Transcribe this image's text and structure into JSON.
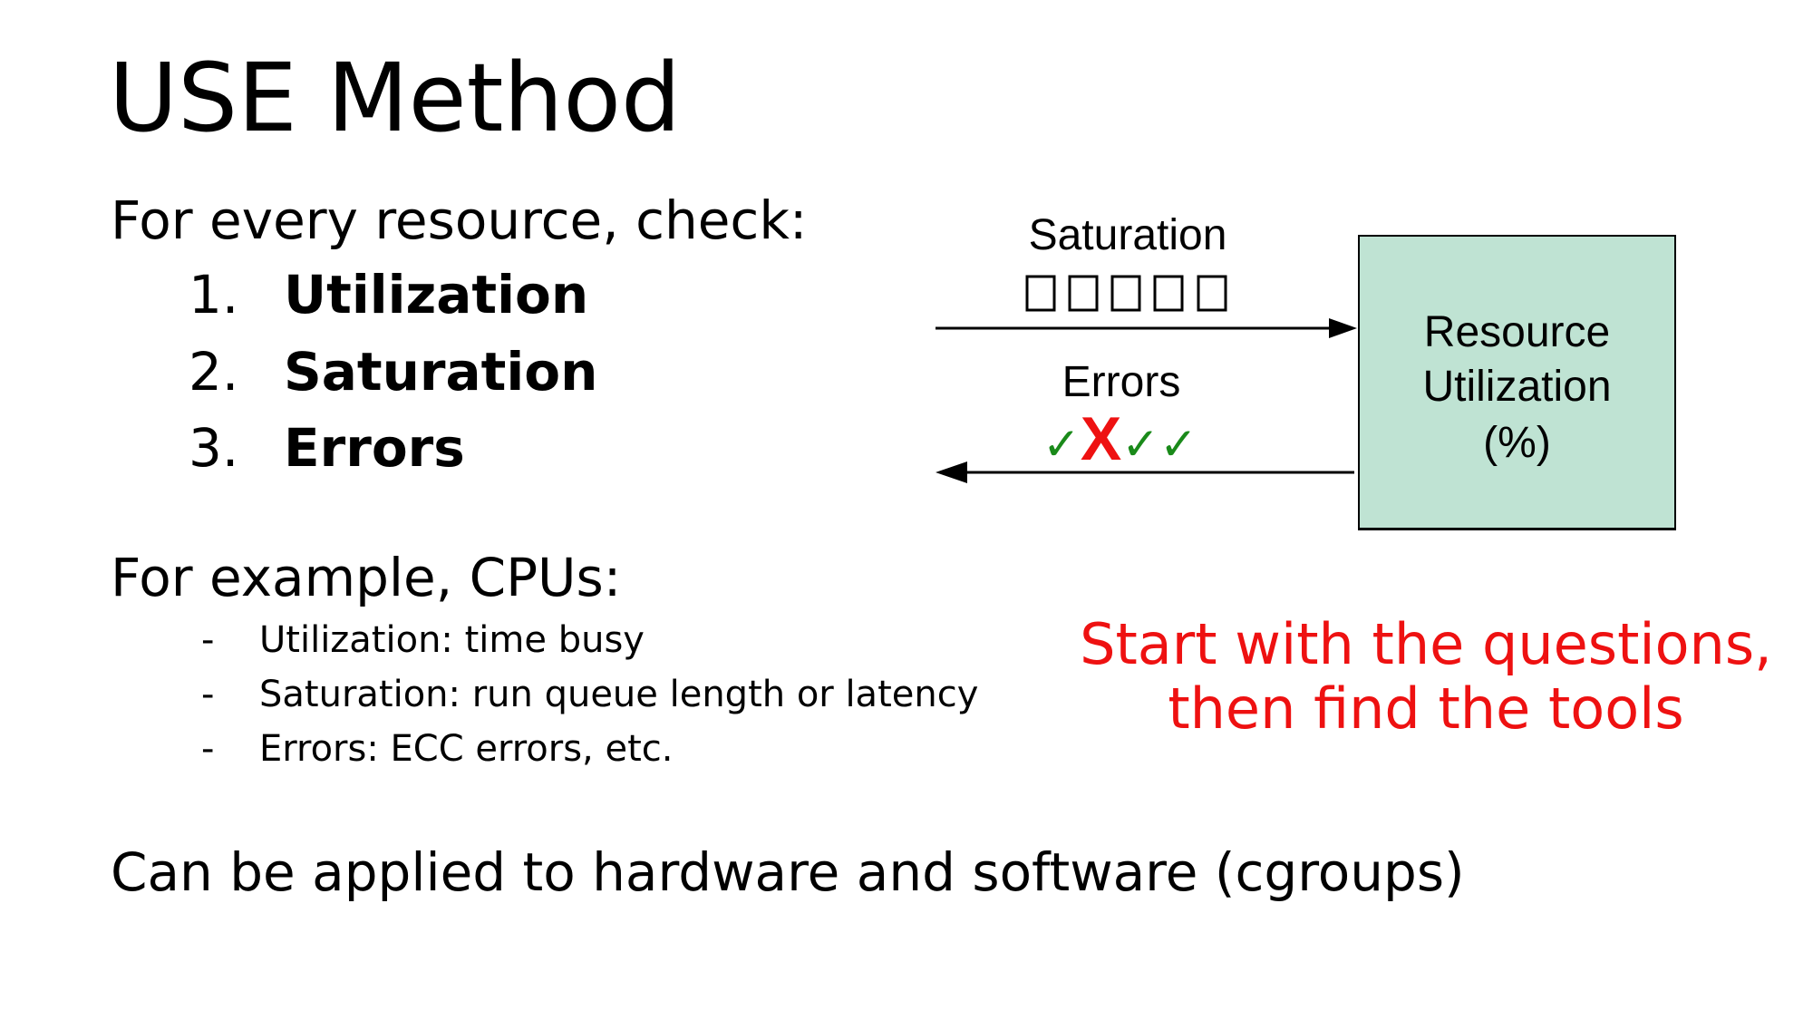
{
  "title": "USE Method",
  "intro": "For every resource, check:",
  "checks": [
    {
      "number": "1.",
      "label": "Utilization"
    },
    {
      "number": "2.",
      "label": "Saturation"
    },
    {
      "number": "3.",
      "label": "Errors"
    }
  ],
  "example_heading": "For example, CPUs:",
  "examples": [
    {
      "bullet": "-",
      "text": "Utilization: time busy"
    },
    {
      "bullet": "-",
      "text": "Saturation: run queue length or latency"
    },
    {
      "bullet": "-",
      "text": "Errors: ECC errors, etc."
    }
  ],
  "footer": "Can be applied to hardware and software (cgroups)",
  "callout": [
    "Start with the questions,",
    "then find the tools"
  ],
  "diagram": {
    "saturation_label": "Saturation",
    "errors_label": "Errors",
    "resource_lines": [
      "Resource",
      "Utilization",
      "(%)"
    ],
    "error_marks": [
      "✓",
      "X",
      "✓",
      "✓"
    ],
    "colors": {
      "box_fill": "#bfe3d3",
      "check": "#1a8a1a",
      "cross": "#ee1111",
      "callout": "#ee1111"
    }
  }
}
